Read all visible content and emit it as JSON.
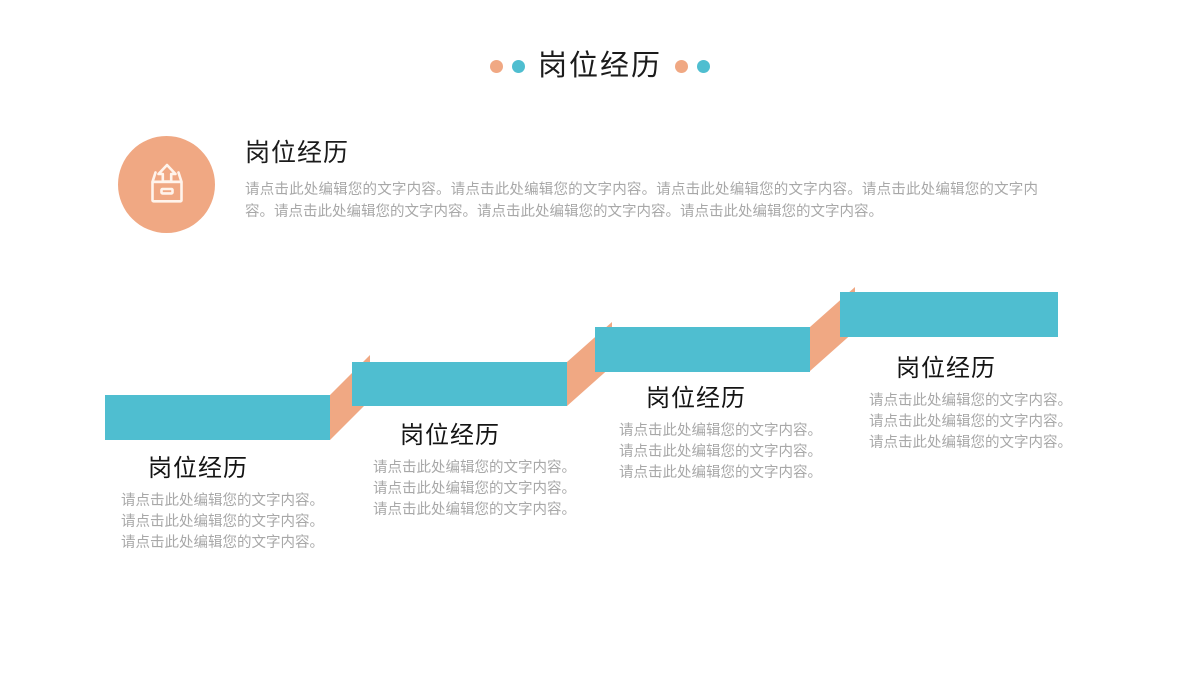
{
  "header": {
    "title": "岗位经历",
    "left_dots": [
      "orange",
      "teal"
    ],
    "right_dots": [
      "orange",
      "teal"
    ]
  },
  "colors": {
    "teal": "#4FBED0",
    "orange": "#F0A883",
    "title_text": "#1b1b1b",
    "body_text": "#a8a8a8",
    "background": "#ffffff"
  },
  "intro": {
    "icon": "outbox-upload-icon",
    "title": "岗位经历",
    "body": "请点击此处编辑您的文字内容。请点击此处编辑您的文字内容。请点击此处编辑您的文字内容。请点击此处编辑您的文字内容。请点击此处编辑您的文字内容。请点击此处编辑您的文字内容。请点击此处编辑您的文字内容。"
  },
  "chart_data": {
    "type": "bar",
    "title": "岗位经历",
    "xlabel": "",
    "ylabel": "",
    "categories": [
      "岗位经历",
      "岗位经历",
      "岗位经历",
      "岗位经历"
    ],
    "values": [
      1,
      2,
      3,
      4
    ],
    "ylim": [
      0,
      4
    ],
    "grid": false,
    "legend": "none"
  },
  "steps": [
    {
      "index": 1,
      "title": "岗位经历",
      "lines": [
        "请点击此处编辑您的文字内容。",
        "请点击此处编辑您的文字内容。",
        "请点击此处编辑您的文字内容。"
      ]
    },
    {
      "index": 2,
      "title": "岗位经历",
      "lines": [
        "请点击此处编辑您的文字内容。",
        "请点击此处编辑您的文字内容。",
        "请点击此处编辑您的文字内容。"
      ]
    },
    {
      "index": 3,
      "title": "岗位经历",
      "lines": [
        "请点击此处编辑您的文字内容。",
        "请点击此处编辑您的文字内容。",
        "请点击此处编辑您的文字内容。"
      ]
    },
    {
      "index": 4,
      "title": "岗位经历",
      "lines": [
        "请点击此处编辑您的文字内容。",
        "请点击此处编辑您的文字内容。",
        "请点击此处编辑您的文字内容。"
      ]
    }
  ]
}
